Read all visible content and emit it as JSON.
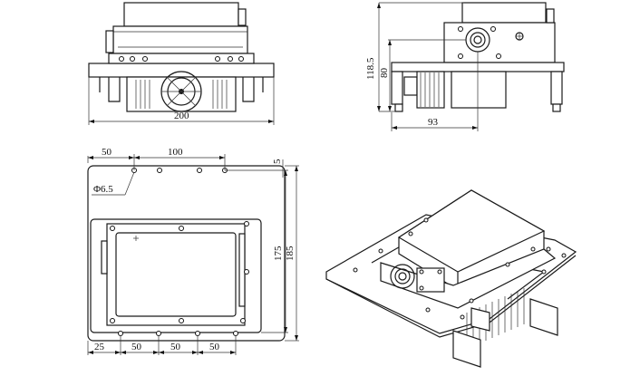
{
  "colors": {
    "line": "#1a1a1a",
    "background": "#ffffff"
  },
  "dimensions": {
    "front_width": "200",
    "side_height_total": "118.5",
    "side_height_mount": "80",
    "side_depth": "93",
    "top_offset_50": "50",
    "top_spacing_100": "100",
    "hole_diameter": "Φ6.5",
    "top_margin_5": "5",
    "height_175": "175",
    "height_185": "185",
    "bottom_offset_25": "25",
    "bottom_spacing_1": "50",
    "bottom_spacing_2": "50",
    "bottom_spacing_3": "50"
  }
}
